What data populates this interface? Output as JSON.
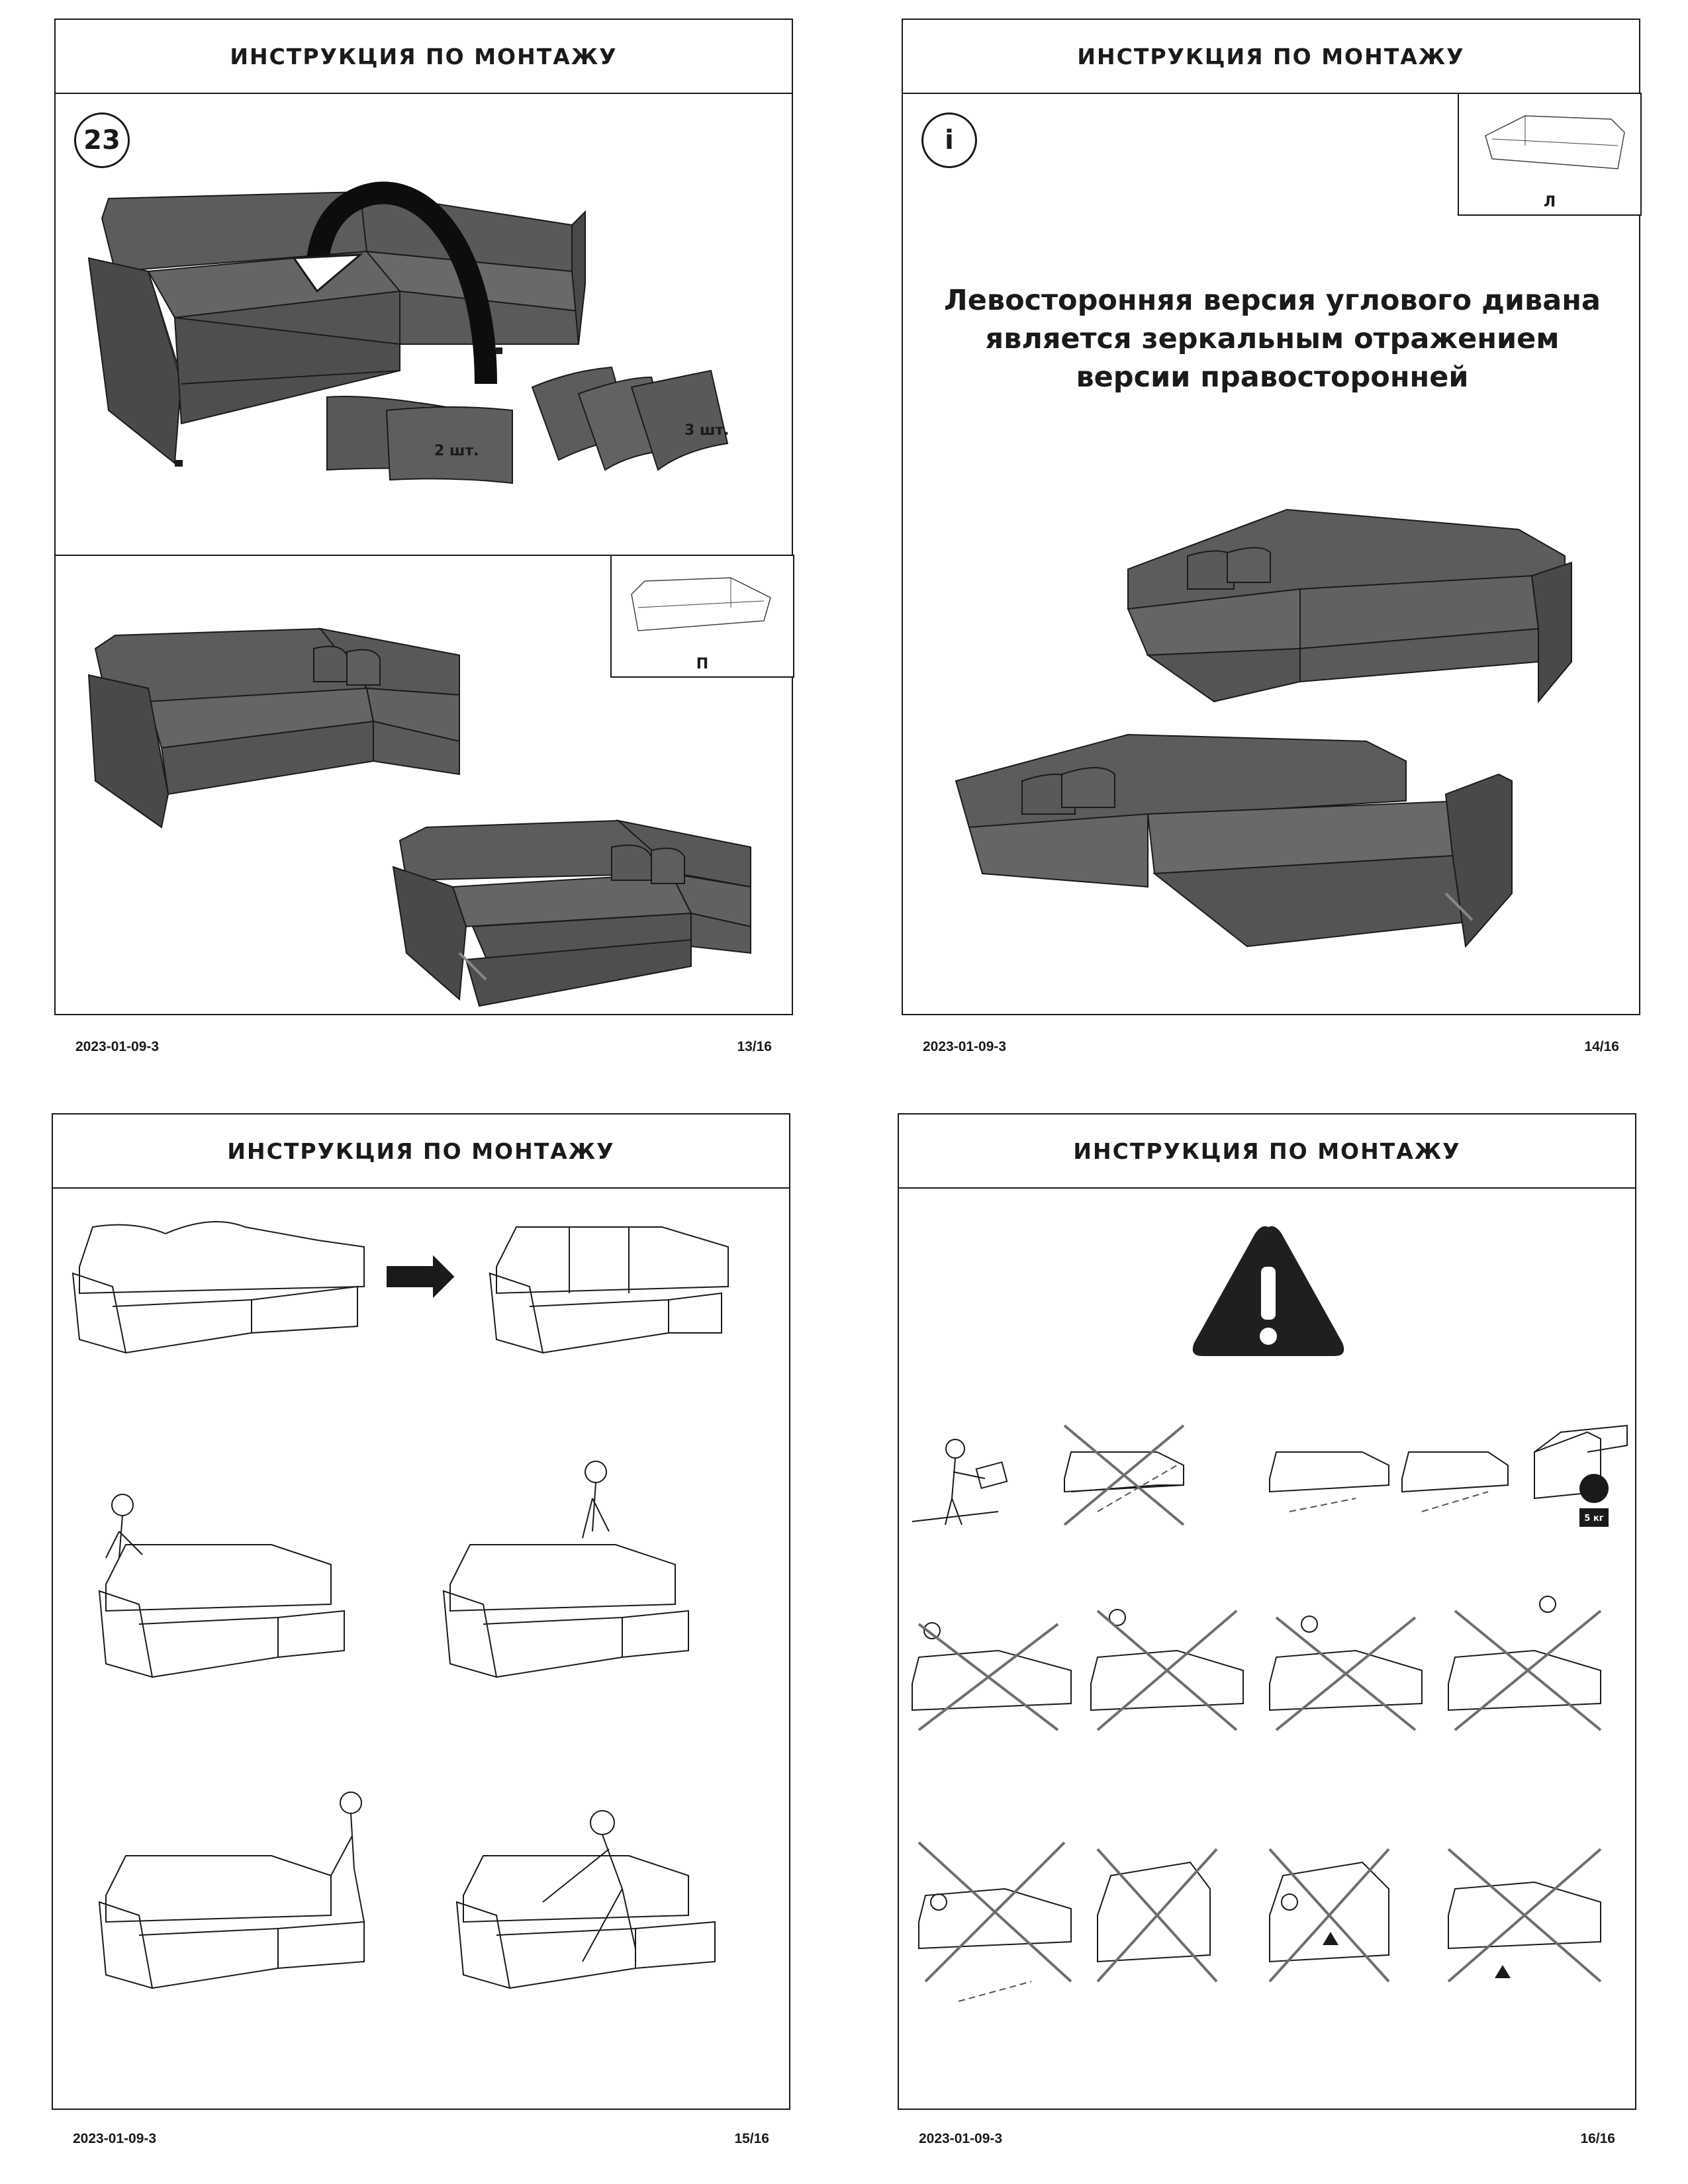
{
  "header_title": "ИНСТРУКЦИЯ ПО МОНТАЖУ",
  "footer_date": "2023-01-09-3",
  "pages": {
    "p13": {
      "page_number": "13/16",
      "step_number": "23",
      "pillows_small_qty": "2 шт.",
      "pillows_large_qty": "3 шт.",
      "thumb_label": "П"
    },
    "p14": {
      "page_number": "14/16",
      "info_icon": "i",
      "thumb_label": "Л",
      "note_line1": "Левосторонняя версия углового дивана",
      "note_line2": "является зеркальным отражением",
      "note_line3": "версии правосторонней"
    },
    "p15": {
      "page_number": "15/16"
    },
    "p16": {
      "page_number": "16/16",
      "weight_label": "5 кг"
    }
  },
  "colors": {
    "sofa_fill": "#5d5c5b",
    "sofa_dark": "#454443",
    "line": "#1a1a1a",
    "warning": "#1f1f1f"
  },
  "icons": [
    "rotate-arrow-icon",
    "info-icon",
    "right-arrow-icon",
    "warning-triangle-icon",
    "prohibited-cross-icon"
  ]
}
